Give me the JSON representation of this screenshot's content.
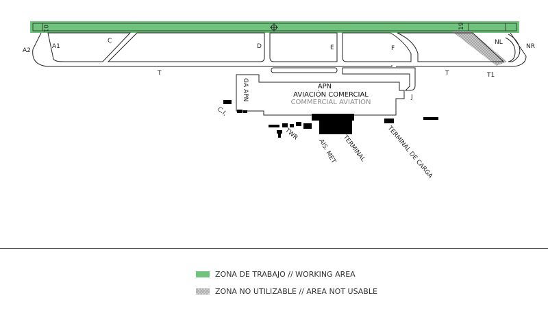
{
  "colors": {
    "working_area": "#6fc37d",
    "not_usable": "#b5b5b5",
    "lines": "#222222",
    "buildings": "#000000"
  },
  "runway": {
    "threshold_west": "01",
    "threshold_east": "19"
  },
  "taxiways": {
    "a1": "A1",
    "a2": "A2",
    "c": "C",
    "d": "D",
    "e": "E",
    "f": "F",
    "nl": "NL",
    "nr": "NR",
    "t_west": "T",
    "t_east": "T",
    "t1": "T1",
    "j": "J"
  },
  "apron": {
    "code": "APN",
    "name_es": "AVIACIÓN COMERCIAL",
    "name_en": "COMMERCIAL AVIATION",
    "ga": "GA APN"
  },
  "facilities": {
    "ci": "C.I.",
    "twr": "TWR",
    "ais_met": "AIS. MET",
    "terminal": "TERMINAL",
    "cargo": "TERMINAL DE CARGA"
  },
  "legend": {
    "working_area": "ZONA DE TRABAJO // WORKING AREA",
    "not_usable": "ZONA NO UTILIZABLE // AREA NOT USABLE"
  },
  "icons": {
    "navaid": "vor-crosshair-icon",
    "working_area_swatch": "green-swatch-icon",
    "not_usable_swatch": "hatched-swatch-icon"
  }
}
